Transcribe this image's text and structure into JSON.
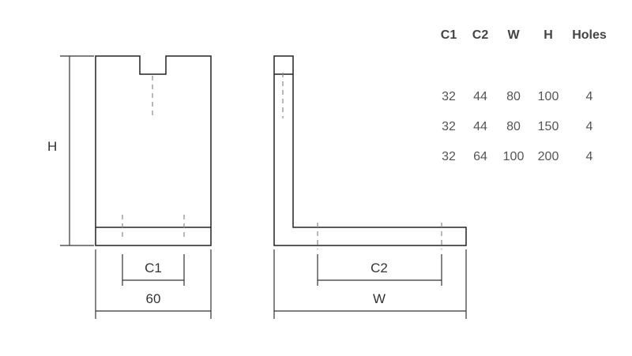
{
  "diagram": {
    "label_height": "H",
    "label_c1": "C1",
    "label_depth": "60",
    "label_c2": "C2",
    "label_width": "W"
  },
  "table": {
    "headers": [
      "C1",
      "C2",
      "W",
      "H",
      "Holes"
    ],
    "rows": [
      [
        "32",
        "44",
        "80",
        "100",
        "4"
      ],
      [
        "32",
        "44",
        "80",
        "150",
        "4"
      ],
      [
        "32",
        "64",
        "100",
        "200",
        "4"
      ]
    ]
  }
}
